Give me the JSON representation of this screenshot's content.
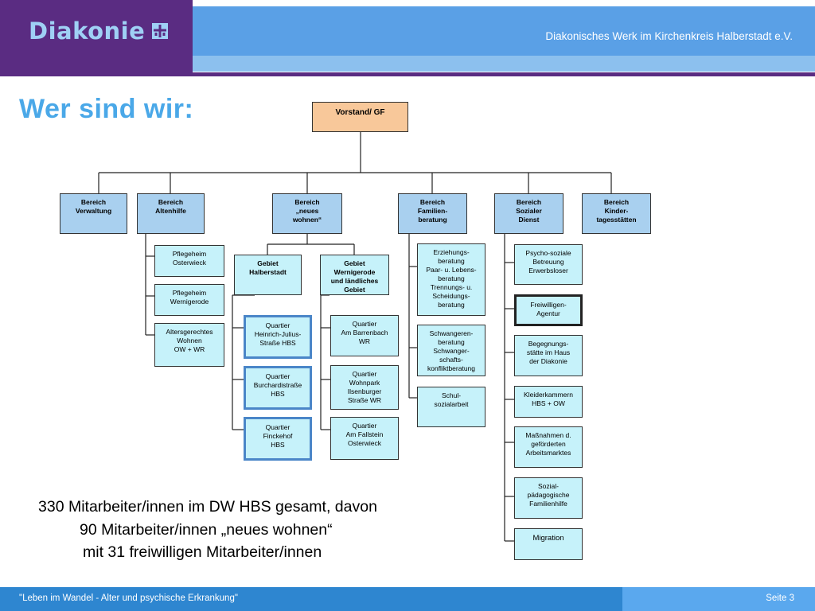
{
  "header": {
    "logo": "Diakonie",
    "organization": "Diakonisches Werk im Kirchenkreis Halberstadt e.V."
  },
  "title": "Wer sind wir:",
  "chart": {
    "top": "Vorstand/ GF",
    "bereiche": {
      "verwaltung": "Bereich\nVerwaltung",
      "altenhilfe": "Bereich\nAltenhilfe",
      "neues_wohnen": "Bereich\n„neues\nwohnen“",
      "familienberatung": "Bereich\nFamilien-\nberatung",
      "sozialer_dienst": "Bereich\nSozialer\nDienst",
      "kindertagesstaetten": "Bereich\nKinder-\ntagesstätten"
    },
    "altenhilfe": [
      "Pflegeheim\nOsterwieck",
      "Pflegeheim\nWernigerode",
      "Altersgerechtes\nWohnen\nOW + WR"
    ],
    "gebiete": {
      "halberstadt": "Gebiet\nHalberstadt",
      "wernigerode": "Gebiet\nWernigerode\nund ländliches\nGebiet"
    },
    "quartiere_hbs": [
      "Quartier\nHeinrich-Julius-\nStraße HBS",
      "Quartier\nBurchardistraße\nHBS",
      "Quartier\nFinckehof\nHBS"
    ],
    "quartiere_wr": [
      "Quartier\nAm Barrenbach\nWR",
      "Quartier\nWohnpark\nIlsenburger\nStraße WR",
      "Quartier\nAm Fallstein\nOsterwieck"
    ],
    "familienberatung": [
      "Erziehungs-\nberatung\nPaar- u. Lebens-\nberatung\nTrennungs- u.\nScheidungs-\nberatung",
      "Schwangeren-\nberatung\nSchwanger-\nschafts-\nkonfliktberatung",
      "Schul-\nsozialarbeit"
    ],
    "sozialer_dienst": [
      "Psycho-soziale\nBetreuung\nErwerbsloser",
      "Freiwilligen-\nAgentur",
      "Begegnungs-\nstätte im Haus\nder Diakonie",
      "Kleiderkammern\nHBS + OW",
      "Maßnahmen d.\ngeförderten\nArbeitsmarktes",
      "Sozial-\npädagogische\nFamilienhilfe",
      "Migration"
    ]
  },
  "summary": {
    "line1": "330 Mitarbeiter/innen im DW HBS gesamt, davon",
    "line2": "90 Mitarbeiter/innen „neues wohnen“",
    "line3": "mit 31 freiwilligen Mitarbeiter/innen"
  },
  "footer": {
    "text": "\"Leben im Wandel - Alter und psychische Erkrankung\"",
    "page": "Seite  3"
  }
}
